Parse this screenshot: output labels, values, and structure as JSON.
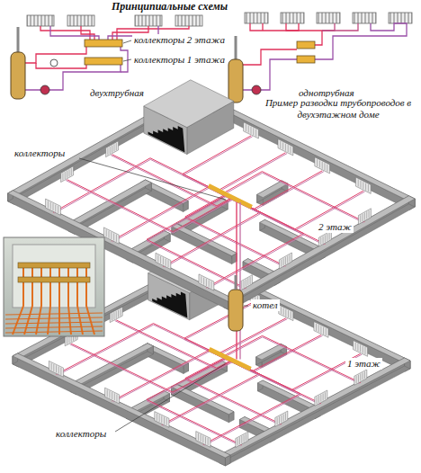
{
  "diagram": {
    "title": "Принципиальные схемы",
    "labels": [
      "коллекторы 2 этажа",
      "коллекторы 1 этажа",
      "двухтрубная",
      "однотрубная",
      "Пример разводки трубопроводов в двухэтажном доме",
      "коллекторы",
      "2 этаж",
      "котел",
      "1 этаж",
      "коллекторы"
    ]
  }
}
